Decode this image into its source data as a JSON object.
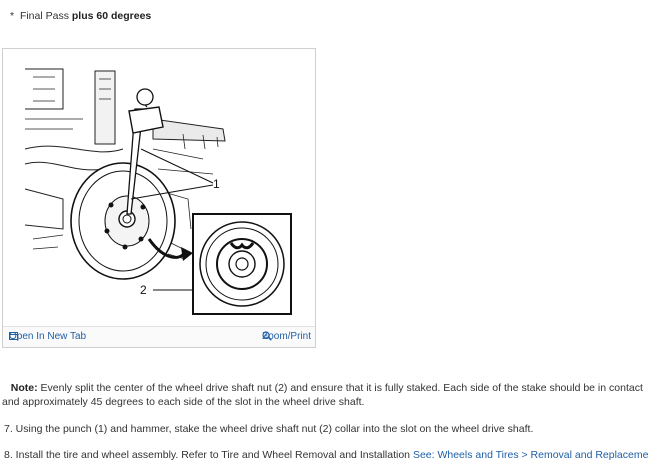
{
  "header": {
    "bullet": "*",
    "step_text": "Final Pass",
    "step_bold": "plus 60 degrees"
  },
  "figure": {
    "callout_1": "1",
    "callout_2": "2",
    "open_tab_label": "Open In New Tab",
    "zoom_label": "Zoom/Print"
  },
  "note": {
    "label": "Note:",
    "text": " Evenly split the center of the wheel drive shaft nut (2) and ensure that it is fully staked. Each side of the stake should be in contact and approximately 45 degrees to each side of the slot in the wheel drive shaft."
  },
  "step7": {
    "text": "7. Using the punch (1) and hammer, stake the wheel drive shaft nut (2) collar into the slot on the wheel drive shaft."
  },
  "step8": {
    "text": "8. Install the tire and wheel assembly. Refer to Tire and Wheel Removal and Installation ",
    "link": "See: Wheels and Tires > Removal and Replacement > Tire and"
  }
}
